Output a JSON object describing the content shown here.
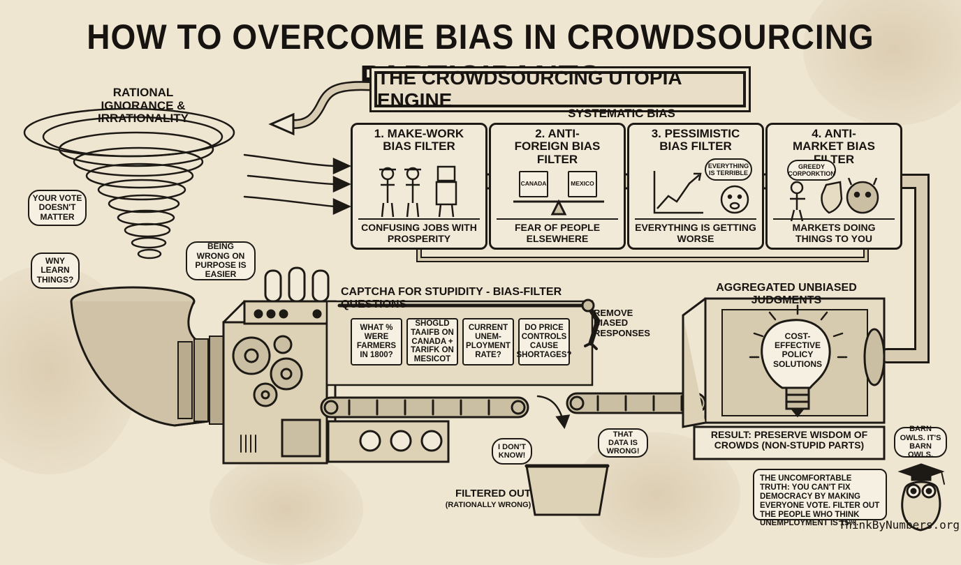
{
  "title": "HOW TO OVERCOME BIAS IN CROWDSOURCING PARTICIPANTS",
  "engine_title": "THE CROWDSOURCING UTOPIA ENGINE",
  "vortex_label": "RATIONAL IGNORANCE & IRRATIONALITY",
  "systematic_bias_label": "SYSTEMATIC BIAS",
  "filters": [
    {
      "heading": "1. MAKE-WORK BIAS FILTER",
      "caption": "CONFUSING JOBS WITH PROSPERITY"
    },
    {
      "heading": "2. ANTI-FOREIGN BIAS FILTER",
      "caption": "FEAR OF PEOPLE ELSEWHERE",
      "box_left": "CANADA",
      "box_right": "MEXICO"
    },
    {
      "heading": "3. PESSIMISTIC BIAS FILTER",
      "caption": "EVERYTHING IS GETTING WORSE",
      "bubble": "EVERYTHING IS TERRIBLE"
    },
    {
      "heading": "4. ANTI-MARKET BIAS FILTER",
      "caption": "MARKETS DOING THINGS TO YOU",
      "bubble": "GREEDY CORPORKTION"
    }
  ],
  "crowd_bubbles": {
    "vote": "YOUR VOTE DOESN'T MATTER",
    "learn": "WNY LEARN THINGS?",
    "wrong": "BEING WRONG ON PURPOSE IS EASIER"
  },
  "captcha_label": "CAPTCHA FOR STUPIDITY - BIAS-FILTER QUESTIONS",
  "questions": [
    "WHAT % WERE FARMERS IN 1800?",
    "SHOGLD TAAIFB ON CANADA + TARIFK ON MESICOT",
    "CURRENT UNEM-PLOYMENT RATE?",
    "DO PRICE CONTROLS CAUSE SHORTAGES?"
  ],
  "remove_label": "REMOVE BIASED RESPONSES",
  "aggregated_label": "AGGREGATED UNBIASED JUDGMENTS",
  "bulb_text": "COST-EFFECTIVE POLICY SOLUTIONS",
  "result_label": "RESULT: PRESERVE WISDOM OF CROWDS (NON-STUPID PARTS)",
  "filtered_bubbles": {
    "dont_know": "I DON'T KNOW!",
    "data_wrong": "THAT DATA IS WRONG!"
  },
  "filtered_label": "FILTERED OUT",
  "filtered_sub": "(RATIONALLY WRONG)",
  "owl_bubble": "BARN OWLS. IT'S BARN OWLS.",
  "truth_note": "THE UNCOMFORTABLE TRUTH: YOU CAN'T FIX DEMOCRACY BY MAKING EVERYONE VOTE. FILTER OUT THE PEOPLE WHO THINK UNEMPLOYMENT IS 15%.",
  "watermark": "ThinkByNumbers.org",
  "colors": {
    "paper": "#efe6d2",
    "ink": "#1d1a16",
    "panel": "#f2ead8"
  }
}
